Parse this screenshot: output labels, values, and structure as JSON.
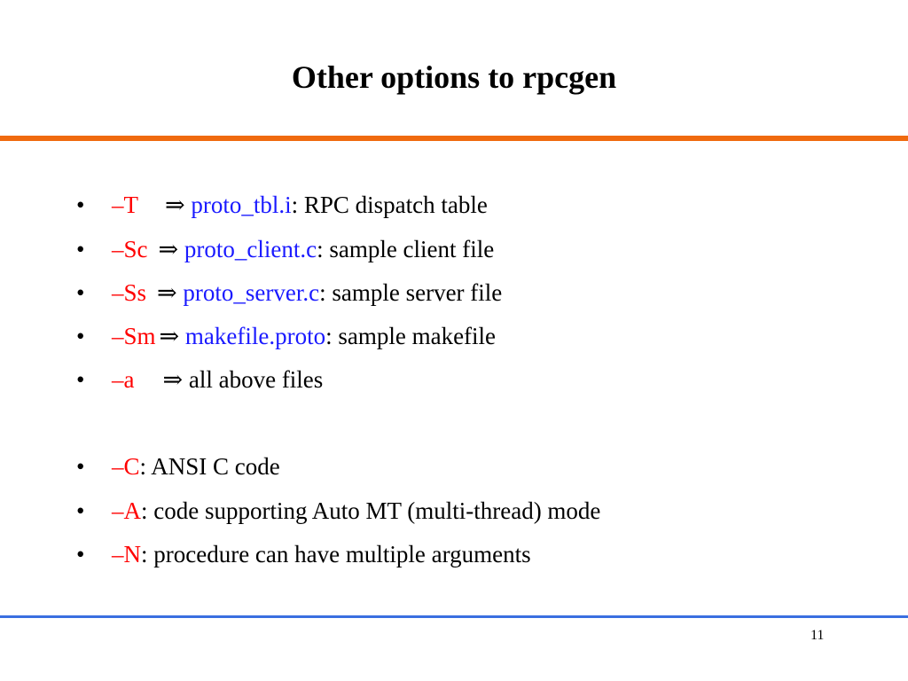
{
  "slide": {
    "title": "Other options to rpcgen",
    "page_number": "11",
    "colors": {
      "option": "#ff0000",
      "filename": "#1a1aff",
      "top_rule": "#f06a0f",
      "bottom_rule": "#3a6fe0"
    },
    "bullet_char": "•",
    "arrow": "⇒",
    "items": [
      {
        "option": "–T",
        "file": "proto_tbl.i",
        "desc": ": RPC dispatch table"
      },
      {
        "option": "–Sc",
        "file": "proto_client.c",
        "desc": ": sample client file"
      },
      {
        "option": "–Ss",
        "file": "proto_server.c",
        "desc": ": sample server file"
      },
      {
        "option": "–Sm",
        "file": "makefile.proto",
        "desc": ": sample makefile"
      },
      {
        "option": "–a",
        "desc": " all above files"
      },
      {
        "option": "–C",
        "desc": ": ANSI C code"
      },
      {
        "option": "–A",
        "desc": ": code supporting Auto MT (multi-thread) mode"
      },
      {
        "option": "–N",
        "desc": ": procedure can have multiple arguments"
      }
    ]
  }
}
